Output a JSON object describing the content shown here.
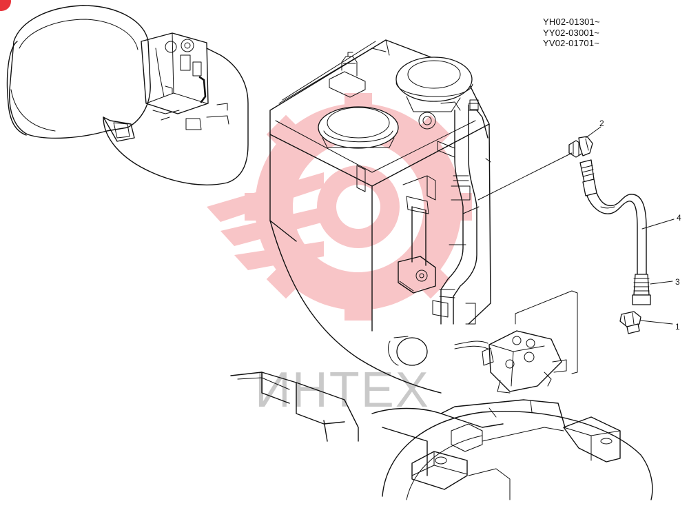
{
  "serial_ranges": [
    "YH02-01301~",
    "YY02-03001~",
    "YV02-01701~"
  ],
  "callouts": [
    {
      "id": "1",
      "label": "1"
    },
    {
      "id": "2",
      "label": "2"
    },
    {
      "id": "3",
      "label": "3"
    },
    {
      "id": "4",
      "label": "4"
    }
  ],
  "watermark": {
    "text": "ИНТЕХ",
    "color": "#e8333a"
  },
  "colors": {
    "line": "#111111",
    "background": "#ffffff",
    "watermark_text": "#c9c9c9"
  }
}
